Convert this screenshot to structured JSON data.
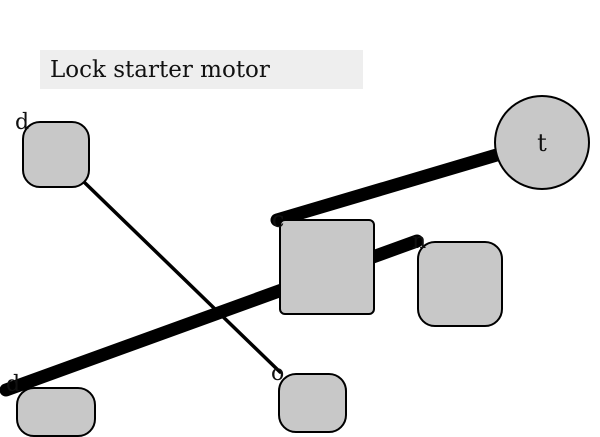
{
  "title": "Lock starter motor",
  "nodes": {
    "d_top": "d",
    "t": "t",
    "c_top": "c",
    "n": "n",
    "d_bottom": "d",
    "o": "o"
  },
  "colors": {
    "node_fill": "#c8c8c8",
    "stroke": "#000000",
    "title_background": "#eeeeee"
  }
}
